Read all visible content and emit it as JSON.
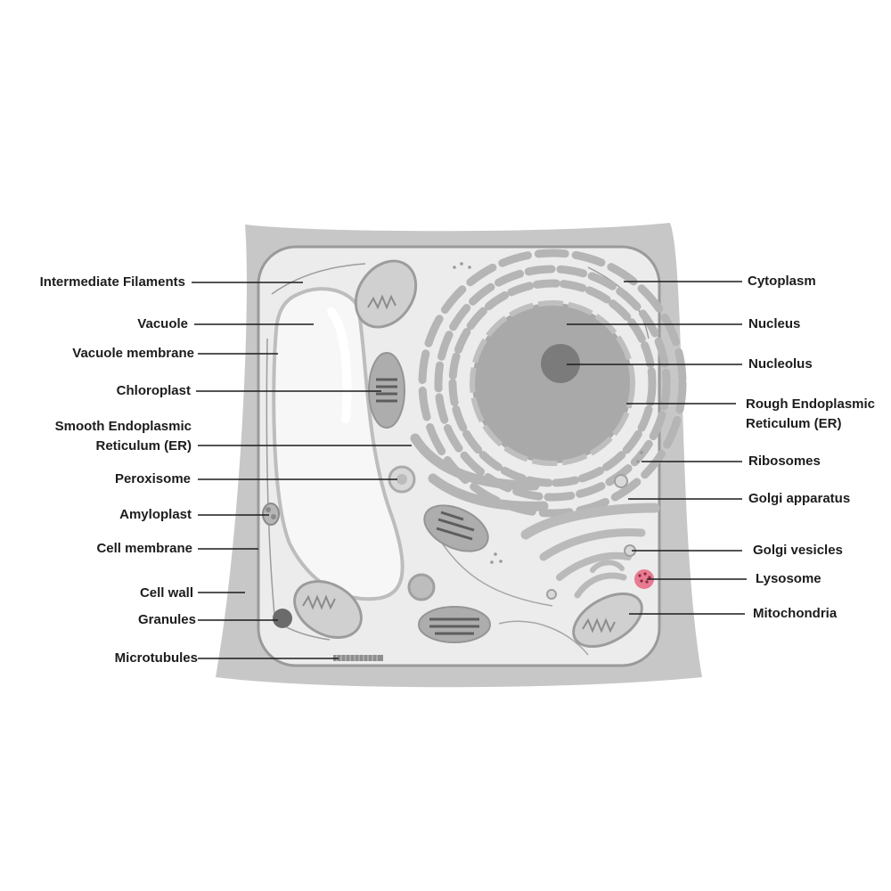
{
  "labels": {
    "intermediate_filaments": "Intermediate Filaments",
    "vacuole": "Vacuole",
    "vacuole_membrane": "Vacuole membrane",
    "chloroplast": "Chloroplast",
    "smooth_er_line1": "Smooth Endoplasmic",
    "smooth_er_line2": "Reticulum (ER)",
    "peroxisome": "Peroxisome",
    "amyloplast": "Amyloplast",
    "cell_membrane": "Cell membrane",
    "cell_wall": "Cell wall",
    "granules": "Granules",
    "microtubules": "Microtubules",
    "cytoplasm": "Cytoplasm",
    "nucleus": "Nucleus",
    "nucleolus": "Nucleolus",
    "rough_er_line1": "Rough Endoplasmic",
    "rough_er_line2": "Reticulum (ER)",
    "ribosomes": "Ribosomes",
    "golgi_apparatus": "Golgi apparatus",
    "golgi_vesicles": "Golgi vesicles",
    "lysosome": "Lysosome",
    "mitochondria": "Mitochondria"
  },
  "colors": {
    "cell_wall": "#c6c6c6",
    "cytoplasm": "#ececec",
    "membrane": "#9a9a9a",
    "organelle": "#b9b9b9",
    "nucleus": "#a9a9a9",
    "nucleolus": "#7a7a7a",
    "lysosome": "#e87a92",
    "leader_line": "#1c1c1c"
  }
}
